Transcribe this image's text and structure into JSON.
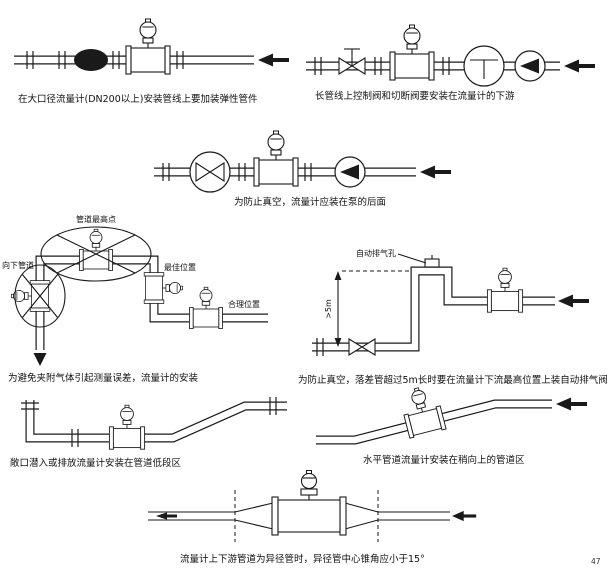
{
  "page": {
    "number": "47",
    "ink_color": "#1a1a1a",
    "background": "#ffffff"
  },
  "icons": {
    "flow_meter": "flow-meter-with-transmitter",
    "pump": "circle-with-triangle",
    "valve": "bowtie-valve",
    "flow_arrow": "solid-left-arrow"
  },
  "figures": [
    {
      "caption": "在大口径流量计(DN200以上)安装管线上要加装弹性管件"
    },
    {
      "caption": "长管线上控制阀和切断阀要安装在流量计的下游"
    },
    {
      "caption": "为防止真空，流量计应装在泵的后面"
    },
    {
      "caption": "为避免夹附气体引起测量误差，流量计的安装",
      "labels": {
        "highest_point": "管道最高点",
        "down_pipe": "向下管道",
        "best_position": "最佳位置",
        "reasonable_position": "合理位置"
      }
    },
    {
      "caption": "为防止真空，落差管超过5m长时要在流量计下流最高位置上装自动排气阀",
      "labels": {
        "auto_vent": "自动排气孔",
        "drop_height": ">5m"
      }
    },
    {
      "caption": "敞口潜入或排放流量计安装在管道低段区"
    },
    {
      "caption": "水平管道流量计安装在稍向上的管道区"
    },
    {
      "caption": "流量计上下游管道为异径管时，异径管中心锥角应小于15°"
    }
  ]
}
